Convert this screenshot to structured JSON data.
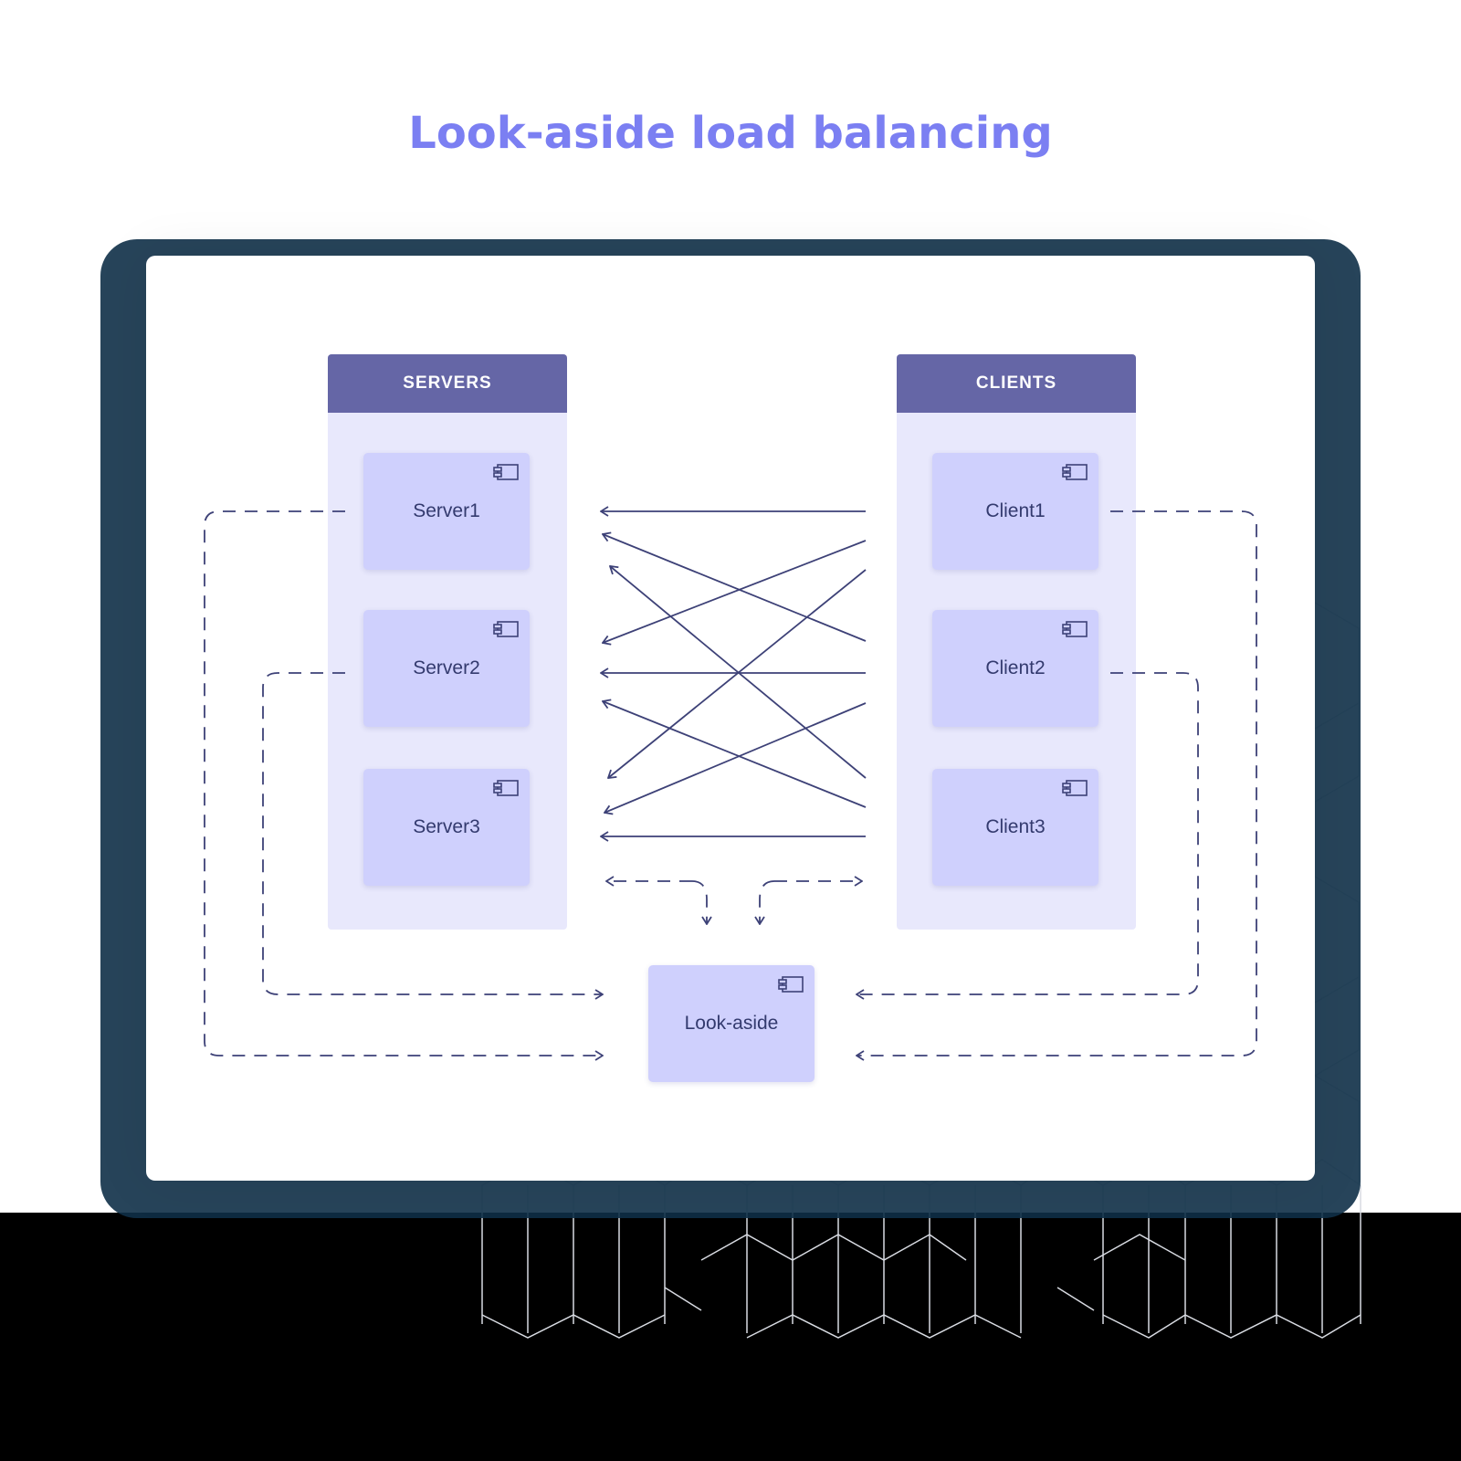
{
  "title": "Look-aside load balancing",
  "servers": {
    "header": "SERVERS",
    "items": [
      "Server1",
      "Server2",
      "Server3"
    ]
  },
  "clients": {
    "header": "CLIENTS",
    "items": [
      "Client1",
      "Client2",
      "Client3"
    ]
  },
  "lookaside": {
    "label": "Look-aside"
  },
  "icons": {
    "node_icon": "component-icon"
  },
  "colors": {
    "title": "#7b7ff2",
    "header": "#6566a6",
    "panel": "#e8e8fc",
    "node": "#cfd0fd",
    "line": "#3d4177"
  }
}
